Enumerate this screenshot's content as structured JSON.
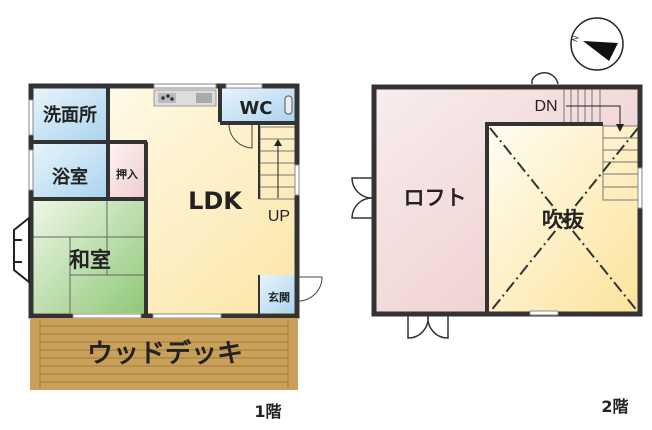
{
  "floor1": {
    "title": "1階",
    "rooms": {
      "washroom": "洗面所",
      "bath": "浴室",
      "closet": "押入",
      "japanese_room": "和室",
      "ldk": "LDK",
      "wc": "WC",
      "entrance": "玄関",
      "deck": "ウッドデッキ"
    },
    "stairs_label": "UP"
  },
  "floor2": {
    "title": "2階",
    "rooms": {
      "loft": "ロフト",
      "void": "吹抜"
    },
    "stairs_label": "DN"
  },
  "compass": {
    "label": "N"
  },
  "colors": {
    "wall": "#333333",
    "ldk": "#fdf0c8",
    "wet": "#bfe0f5",
    "closet": "#f6dede",
    "tatami": "#b9dca6",
    "deck": "#c9a15a",
    "loft": "#f0d6d6",
    "void": "#fdf1c4"
  }
}
